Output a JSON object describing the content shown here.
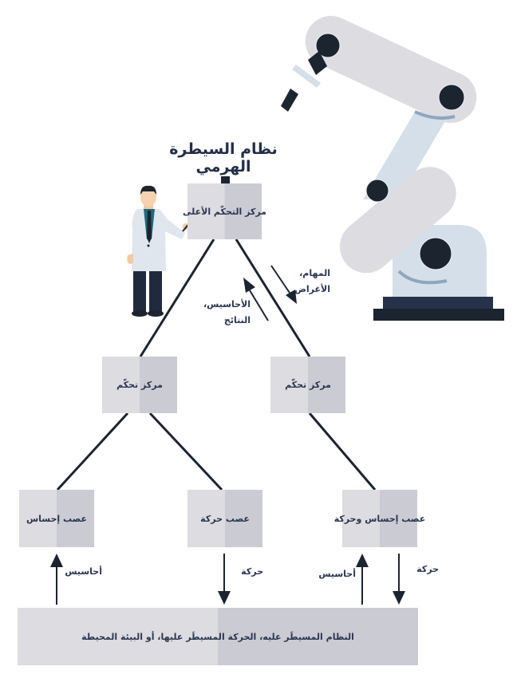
{
  "title": "نظام السيطرة الهرمي",
  "nodes": {
    "top": "مركز التحكّم الأعلى",
    "mid_left": "مركز تحكّم",
    "mid_right": "مركز تحكّم",
    "leaf_sensory": "عصب إحساس",
    "leaf_motor": "عصب حركة",
    "leaf_mixed": "عصب إحساس وحركة",
    "environment": "النظام المسيطَر عليه، الحركة المسيطَر عليها، أو البيئة المحيطة"
  },
  "arrow_labels": {
    "down_line1": "المهام،",
    "down_line2": "الأغراض",
    "up_line1": "الأحاسيس،",
    "up_line2": "النتائج",
    "sensory_up": "أحاسيس",
    "motor_down": "حركة",
    "mixed_up": "أحاسيس",
    "mixed_down": "حركة"
  },
  "icons": {
    "presenter": "scientist-presenter-illustration",
    "robot": "robotic-arm-illustration"
  },
  "colors": {
    "dark": "#1c2430",
    "box_light": "#dcdce1",
    "box_dark": "#cbcbd3",
    "robot_light": "#dcdce1",
    "robot_blue": "#d5dfe9",
    "text": "#2b3650"
  }
}
